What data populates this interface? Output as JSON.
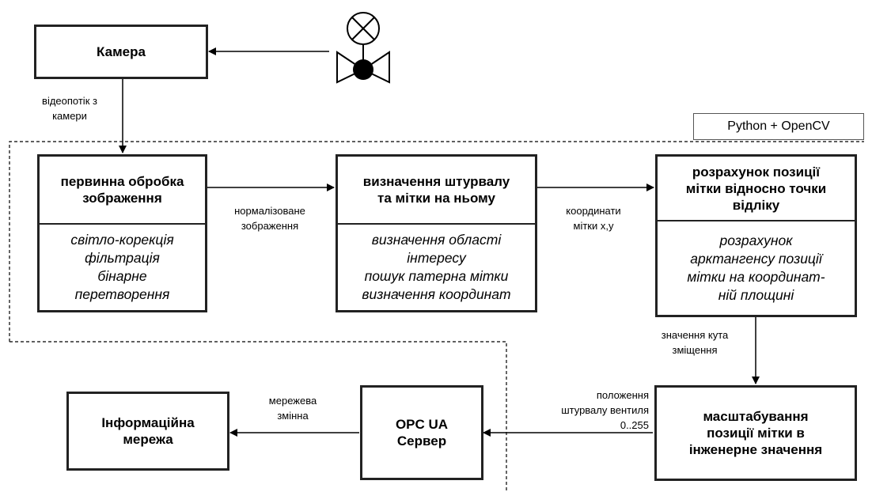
{
  "camera": {
    "title": "Камера"
  },
  "python_tag": {
    "label": "Python + OpenCV"
  },
  "preprocess": {
    "title_lines": [
      "первинна обробка",
      "зображення"
    ],
    "steps": [
      "світло-корекція",
      "фільтрація",
      "бінарне",
      "перетворення"
    ]
  },
  "detect": {
    "title_lines": [
      "визначення штурвалу",
      "та мітки на ньому"
    ],
    "steps": [
      "визначення області",
      "інтересу",
      "пошук патерна мітки",
      "визначення координат"
    ]
  },
  "compute": {
    "title_lines": [
      "розрахунок позиції",
      "мітки відносно точки",
      "відліку"
    ],
    "steps": [
      "розрахунок",
      "арктангенсу позиції",
      "мітки на координат-",
      "ній площині"
    ]
  },
  "scale": {
    "title_lines": [
      "масштабування",
      "позиції мітки в",
      "інженерне значення"
    ]
  },
  "opc": {
    "title_lines": [
      "OPC UA",
      "Сервер"
    ]
  },
  "network": {
    "title_lines": [
      "Інформаційна",
      "мережа"
    ]
  },
  "labels": {
    "video": [
      "відеопотік з",
      "камери"
    ],
    "normalized": [
      "нормалізоване",
      "зображення"
    ],
    "coords": [
      "координати",
      "мітки х,у"
    ],
    "angle": [
      "значення кута",
      "зміщення"
    ],
    "position": [
      "положення",
      "штурвалу вентиля",
      "0..255"
    ],
    "netvar": [
      "мережева",
      "змінна"
    ]
  }
}
